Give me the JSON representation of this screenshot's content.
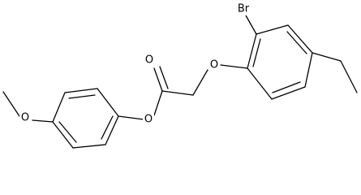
{
  "molecule": {
    "atoms": {
      "br": "Br",
      "o_ether_ring": "O",
      "o_carbonyl": "O",
      "o_ester": "O",
      "o_methoxy": "O"
    }
  },
  "colors": {
    "bond": "#000000",
    "label": "#000000",
    "background": "#ffffff"
  }
}
